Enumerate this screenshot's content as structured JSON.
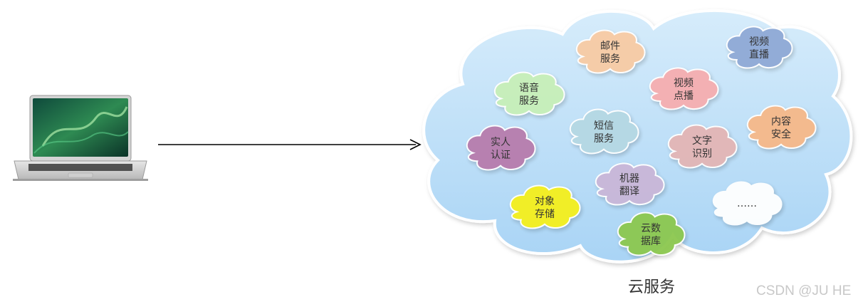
{
  "diagram": {
    "caption": "云服务",
    "watermark": "CSDN @JU HE",
    "colors": {
      "main_cloud_fill_top": "#d6ecfb",
      "main_cloud_fill_bottom": "#a9d4f5",
      "main_cloud_stroke": "#ffffff",
      "arrow": "#000000"
    },
    "services": [
      {
        "line1": "邮件",
        "line2": "服务",
        "fill": "#f8cba4"
      },
      {
        "line1": "视频",
        "line2": "直播",
        "fill": "#8fa9d6"
      },
      {
        "line1": "语音",
        "line2": "服务",
        "fill": "#c7efb8"
      },
      {
        "line1": "视频",
        "line2": "点播",
        "fill": "#f6aeb0"
      },
      {
        "line1": "短信",
        "line2": "服务",
        "fill": "#b5d8e3"
      },
      {
        "line1": "内容",
        "line2": "安全",
        "fill": "#f6b889"
      },
      {
        "line1": "实人",
        "line2": "认证",
        "fill": "#b77bad"
      },
      {
        "line1": "文字",
        "line2": "识别",
        "fill": "#e3b5b5"
      },
      {
        "line1": "机器",
        "line2": "翻译",
        "fill": "#c9b7d8"
      },
      {
        "line1": "",
        "line2": "……",
        "fill": "#ffffff"
      },
      {
        "line1": "对象",
        "line2": "存储",
        "fill": "#f5f01c"
      },
      {
        "line1": "云数",
        "line2": "据库",
        "fill": "#8cc850"
      }
    ]
  }
}
